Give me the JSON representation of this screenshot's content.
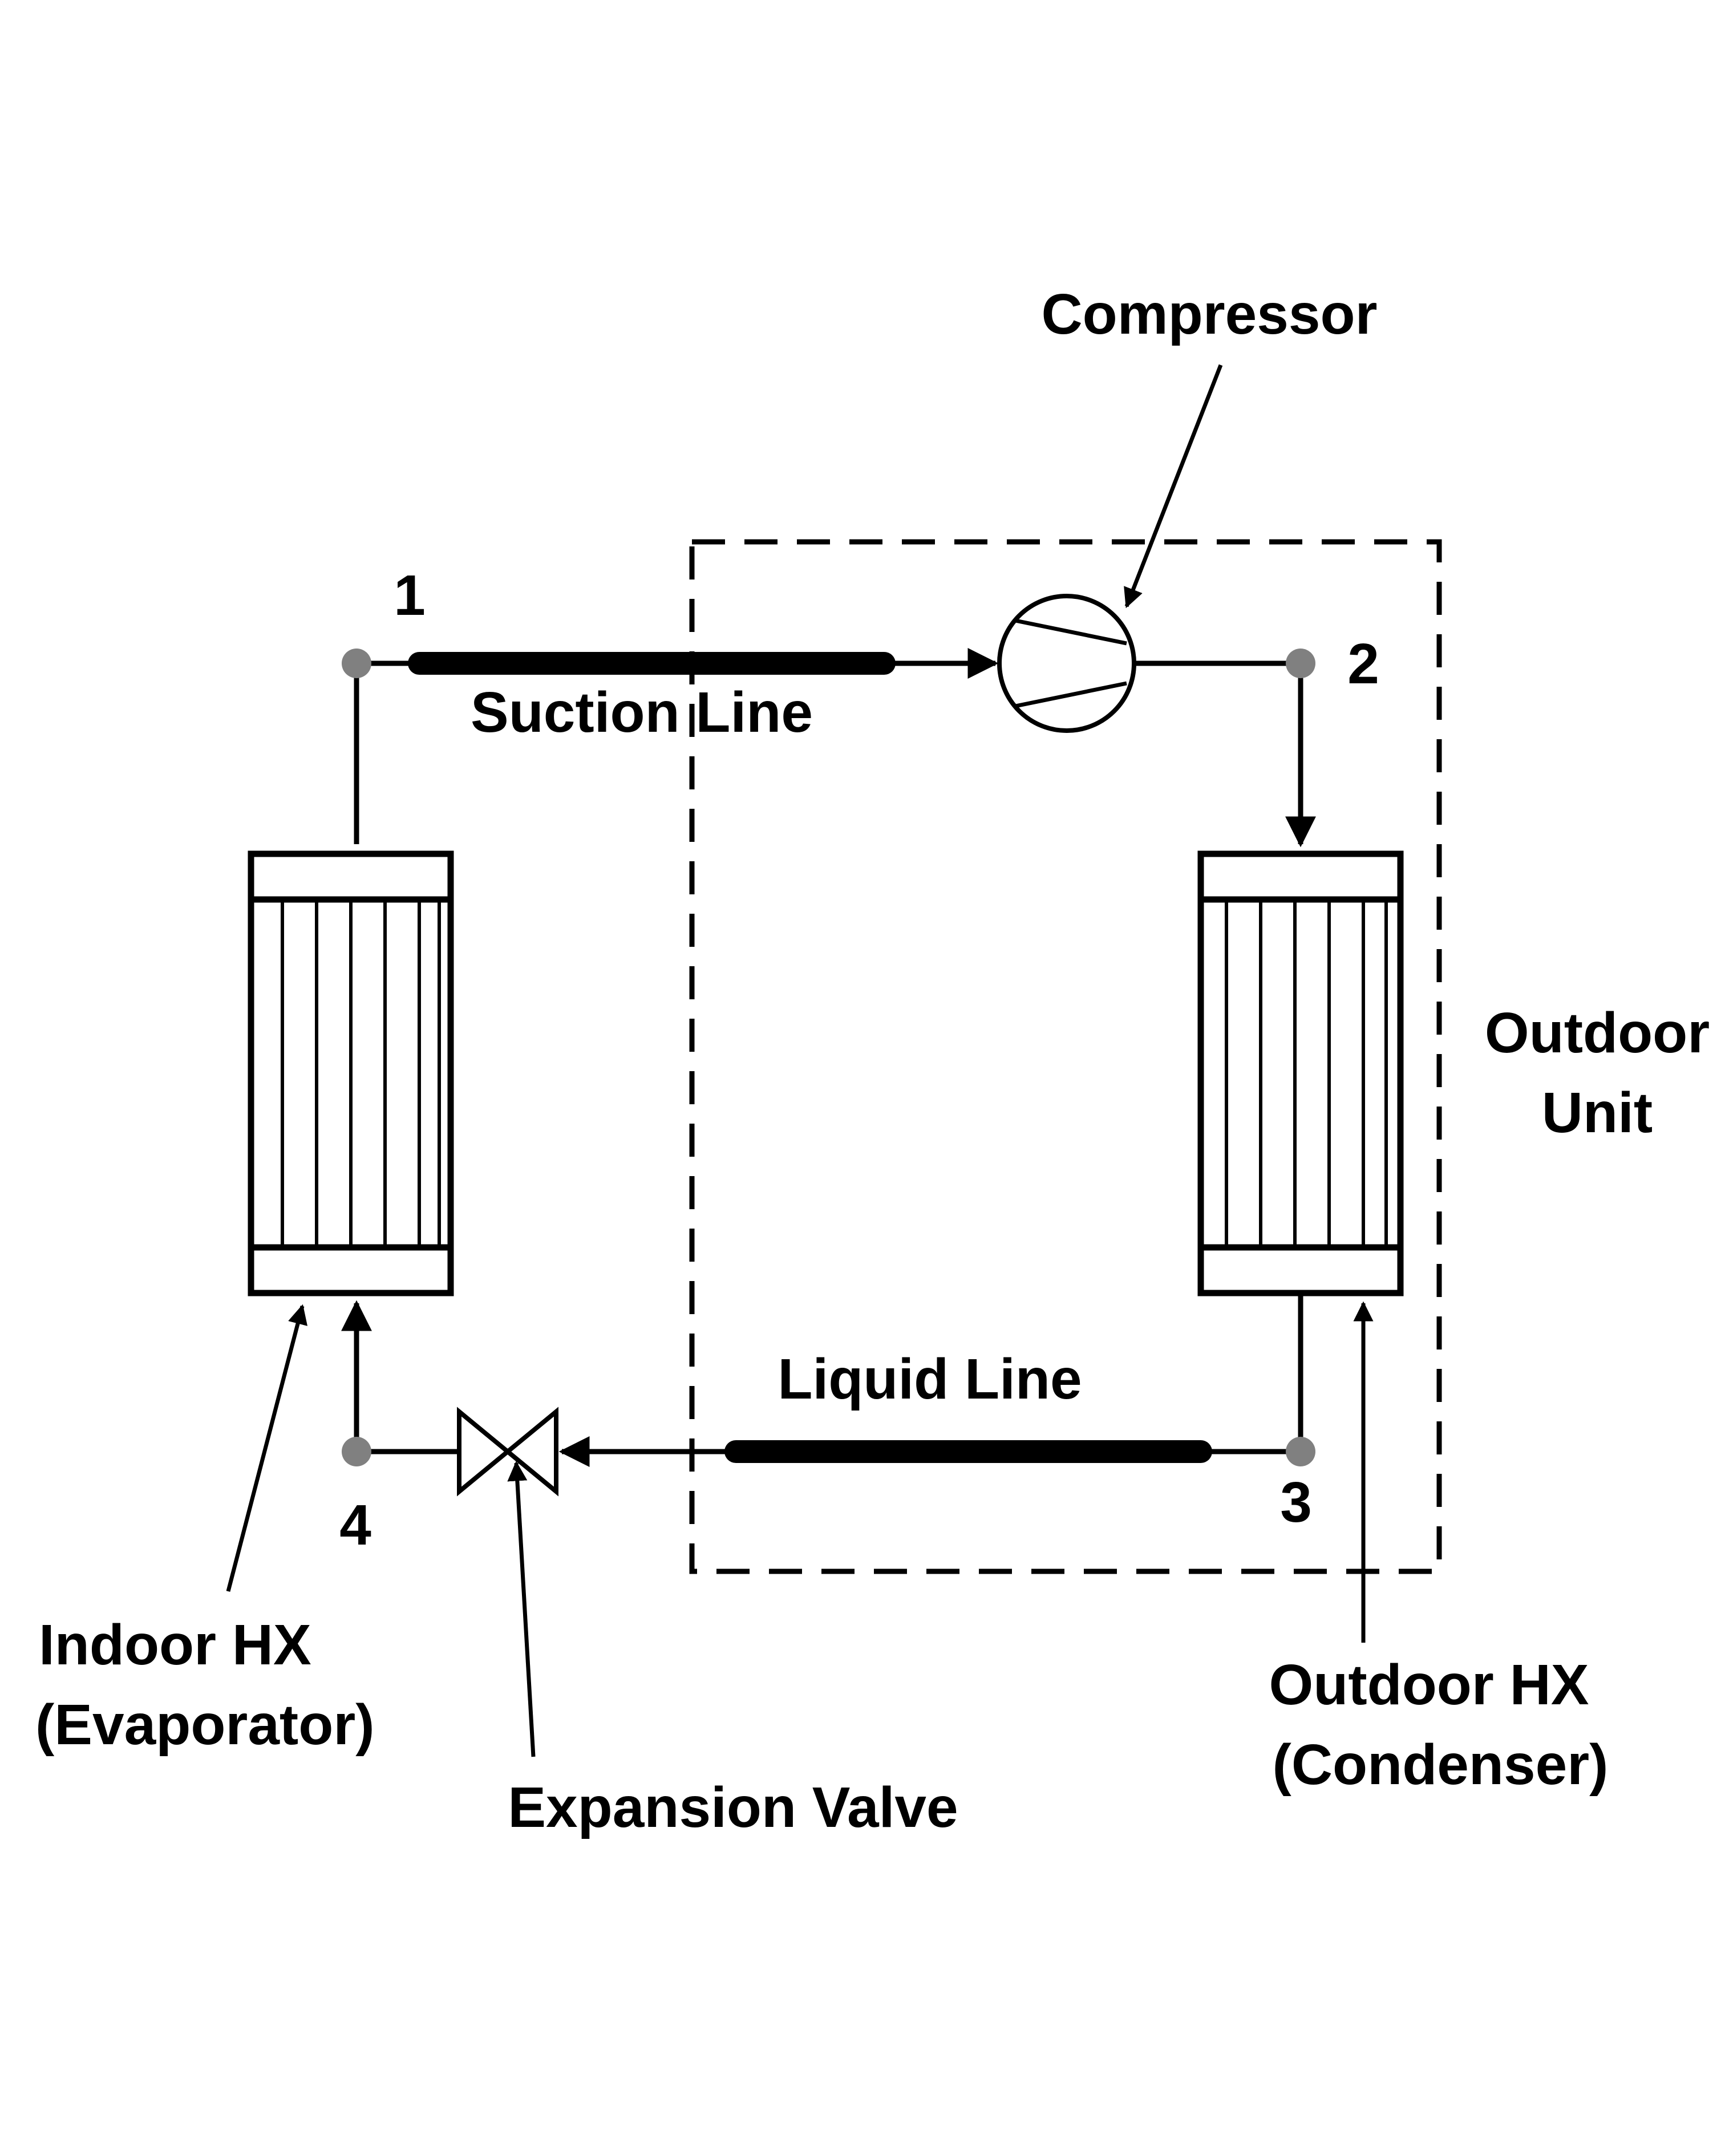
{
  "components": {
    "compressor": "Compressor",
    "suction_line": "Suction Line",
    "liquid_line": "Liquid Line",
    "outdoor_unit_line1": "Outdoor",
    "outdoor_unit_line2": "Unit",
    "indoor_hx_line1": "Indoor HX",
    "indoor_hx_line2": "(Evaporator)",
    "outdoor_hx_line1": "Outdoor HX",
    "outdoor_hx_line2": "(Condenser)",
    "expansion_valve": "Expansion Valve"
  },
  "state_points": [
    "1",
    "2",
    "3",
    "4"
  ],
  "colors": {
    "line": "#000000",
    "node": "#808080",
    "background": "#ffffff"
  }
}
